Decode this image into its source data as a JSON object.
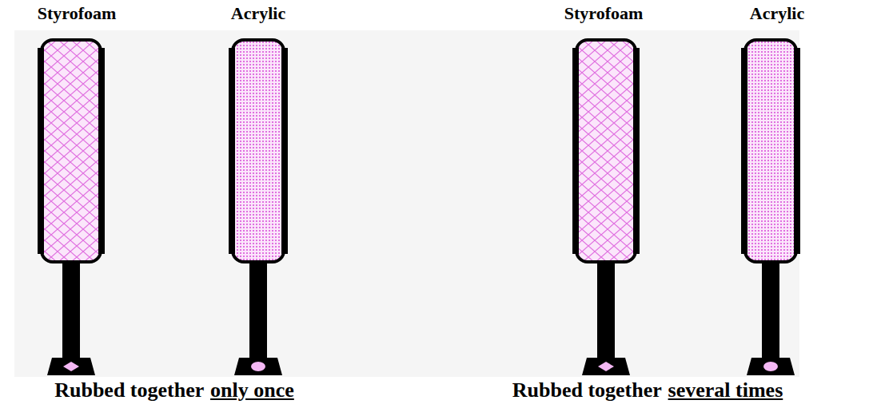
{
  "diagram": {
    "labels": [
      "Styrofoam",
      "Acrylic",
      "Styrofoam",
      "Acrylic",
      "Rubbed together",
      "only once",
      "Rubbed together",
      "several times"
    ]
  }
}
